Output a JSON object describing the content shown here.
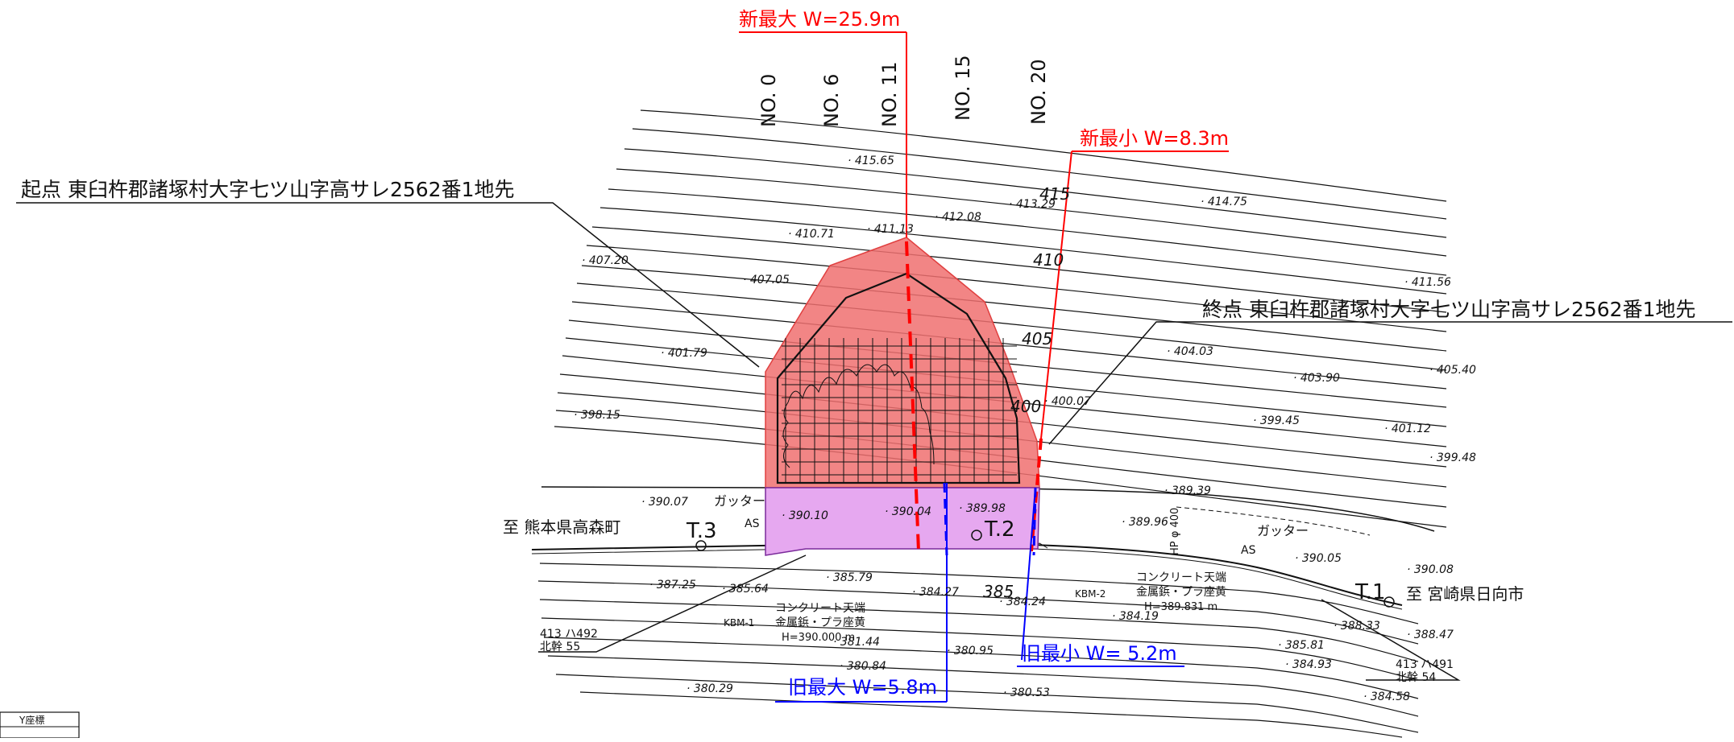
{
  "annotations": {
    "new_max": "新最大 W=25.9m",
    "new_min": "新最小 W=8.3m",
    "old_max": "旧最大 W=5.8m",
    "old_min": "旧最小 W= 5.2m",
    "start_point": "起点 東臼杵郡諸塚村大字七ツ山字高サレ2562番1地先",
    "end_point": "終点 東臼杵郡諸塚村大字七ツ山字高サレ2562番1地先"
  },
  "stations": [
    "NO. 0",
    "NO. 6",
    "NO. 11",
    "NO. 15",
    "NO. 20"
  ],
  "destinations": {
    "west": "至 熊本県高森町",
    "east": "至 宮崎県日向市"
  },
  "points": {
    "t1": "T.1",
    "t2": "T.2",
    "t3": "T.3"
  },
  "labels": {
    "gutter_left": "ガッター",
    "gutter_right": "ガッター",
    "as_left": "AS",
    "as_right": "AS",
    "hp": "HP φ 400",
    "concrete_left": "コンクリート天端",
    "metal_left": "金属鋲・プラ座黄",
    "kbm1": "KBM-1",
    "h_left": "H=390.000 m",
    "concrete_right": "コンクリート天端",
    "metal_right": "金属鋲・プラ座黄",
    "kbm2": "KBM-2",
    "h_right": "H=389.831 m",
    "pole_left_1": "413 ハ492",
    "pole_left_2": "北幹 55",
    "pole_right_1": "413 ハ491",
    "pole_right_2": "北幹 54",
    "coord_box": "Y座標"
  },
  "contour_labels": [
    "415",
    "410",
    "405",
    "400",
    "385"
  ],
  "elevations": [
    "415.65",
    "413.29",
    "414.75",
    "412.08",
    "411.13",
    "410.71",
    "407.20",
    "407.05",
    "411.56",
    "401.79",
    "404.03",
    "405.40",
    "403.90",
    "398.15",
    "400.07",
    "399.45",
    "401.12",
    "399.48",
    "390.07",
    "390.10",
    "390.04",
    "389.98",
    "389.96",
    "389.39",
    "390.05",
    "390.08",
    "387.25",
    "385.64",
    "385.79",
    "384.27",
    "384.24",
    "384.19",
    "388.33",
    "388.47",
    "385.81",
    "384.93",
    "384.58",
    "381.44",
    "380.95",
    "380.84",
    "380.29",
    "380.53"
  ],
  "colors": {
    "new_area": "#f07070",
    "old_area": "#e6a8f0",
    "new_line": "#ff0000",
    "old_line": "#0000ff",
    "ink": "#000000"
  }
}
